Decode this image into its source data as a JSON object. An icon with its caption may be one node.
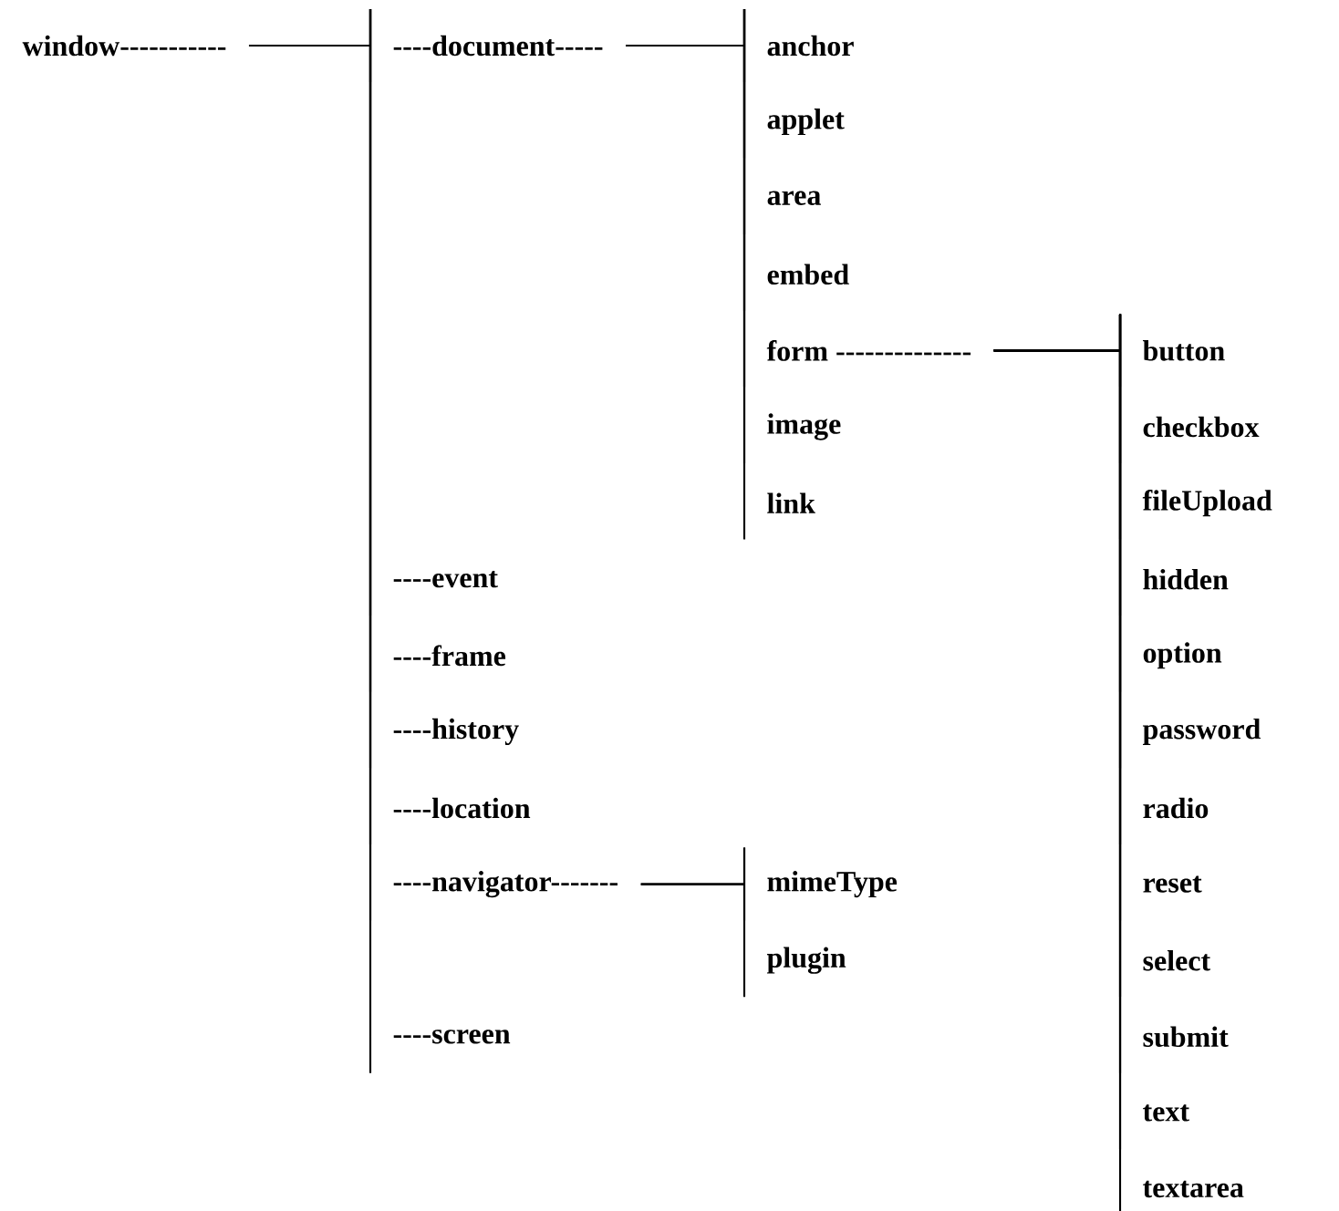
{
  "diagram": {
    "nodes": [
      {
        "text": [
          "window-----------"
        ]
      },
      {
        "text": [
          "----document-----"
        ]
      },
      {
        "text": [
          "anchor"
        ]
      },
      {
        "text": [
          "applet"
        ]
      },
      {
        "text": [
          "area"
        ]
      },
      {
        "text": [
          "embed"
        ]
      },
      {
        "text": [
          "form --------------"
        ]
      },
      {
        "text": [
          "button"
        ]
      },
      {
        "text": [
          "checkbox"
        ]
      },
      {
        "text": [
          "fileUpload"
        ]
      },
      {
        "text": [
          "hidden"
        ]
      },
      {
        "text": [
          "option"
        ]
      },
      {
        "text": [
          "password"
        ]
      },
      {
        "text": [
          "radio"
        ]
      },
      {
        "text": [
          "reset"
        ]
      },
      {
        "text": [
          "select"
        ]
      },
      {
        "text": [
          "submit"
        ]
      },
      {
        "text": [
          "text"
        ]
      },
      {
        "text": [
          "textarea"
        ]
      },
      {
        "text": [
          "image"
        ]
      },
      {
        "text": [
          "link"
        ]
      },
      {
        "text": [
          "----event"
        ]
      },
      {
        "text": [
          "----frame"
        ]
      },
      {
        "text": [
          "----history"
        ]
      },
      {
        "text": [
          "----location"
        ]
      },
      {
        "text": [
          "----navigator-------"
        ]
      },
      {
        "text": [
          "mimeType"
        ]
      },
      {
        "text": [
          "plugin"
        ]
      },
      {
        "text": [
          "----screen"
        ]
      }
    ],
    "edges": [
      {
        "from": 0,
        "to": 1,
        "arrow": "none"
      },
      {
        "from": 1,
        "to": 2,
        "arrow": "none"
      },
      {
        "from": 1,
        "to": 3,
        "arrow": "none"
      },
      {
        "from": 1,
        "to": 4,
        "arrow": "none"
      },
      {
        "from": 1,
        "to": 5,
        "arrow": "none"
      },
      {
        "from": 1,
        "to": 6,
        "arrow": "none"
      },
      {
        "from": 6,
        "to": 7,
        "arrow": "none"
      },
      {
        "from": 6,
        "to": 8,
        "arrow": "none"
      },
      {
        "from": 6,
        "to": 9,
        "arrow": "none"
      },
      {
        "from": 6,
        "to": 10,
        "arrow": "none"
      },
      {
        "from": 6,
        "to": 11,
        "arrow": "none"
      },
      {
        "from": 6,
        "to": 12,
        "arrow": "none"
      },
      {
        "from": 6,
        "to": 13,
        "arrow": "none"
      },
      {
        "from": 6,
        "to": 14,
        "arrow": "none"
      },
      {
        "from": 6,
        "to": 15,
        "arrow": "none"
      },
      {
        "from": 6,
        "to": 16,
        "arrow": "none"
      },
      {
        "from": 6,
        "to": 17,
        "arrow": "none"
      },
      {
        "from": 6,
        "to": 18,
        "arrow": "none"
      },
      {
        "from": 1,
        "to": 19,
        "arrow": "none"
      },
      {
        "from": 1,
        "to": 20,
        "arrow": "none"
      },
      {
        "from": 0,
        "to": 21,
        "arrow": "none"
      },
      {
        "from": 0,
        "to": 22,
        "arrow": "none"
      },
      {
        "from": 0,
        "to": 23,
        "arrow": "none"
      },
      {
        "from": 0,
        "to": 24,
        "arrow": "none"
      },
      {
        "from": 0,
        "to": 25,
        "arrow": "none"
      },
      {
        "from": 25,
        "to": 26,
        "arrow": "none"
      },
      {
        "from": 25,
        "to": 27,
        "arrow": "none"
      },
      {
        "from": 0,
        "to": 28,
        "arrow": "none"
      }
    ]
  }
}
